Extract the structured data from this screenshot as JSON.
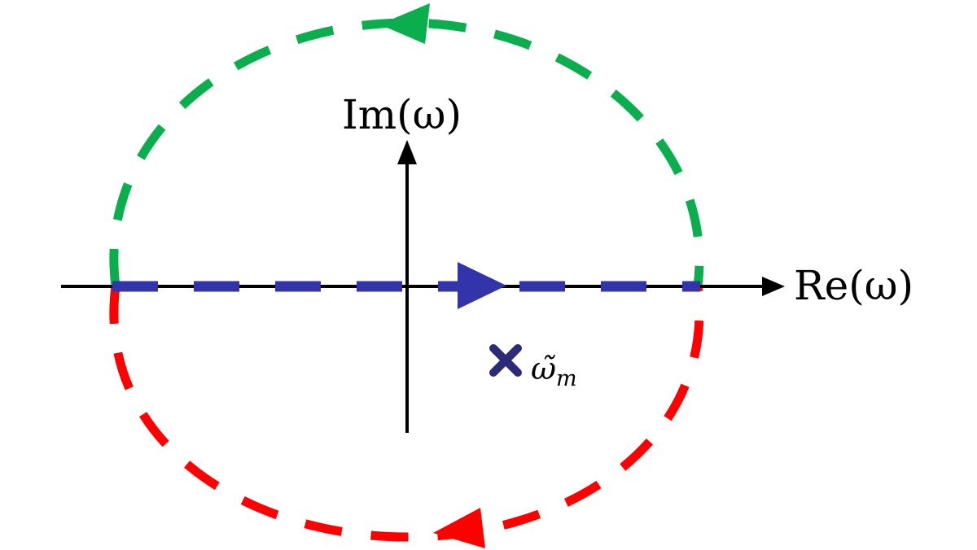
{
  "diagram": {
    "real_axis_label": "Re(ω)",
    "imag_axis_label": "Im(ω)",
    "pole_symbol": "ω̃",
    "pole_subscript": "m",
    "colors": {
      "axes": "#000000",
      "real_segment": "#3333aa",
      "upper_arc": "#0aae4c",
      "lower_arc": "#ff0000",
      "pole_marker": "#2b2b7a"
    }
  }
}
